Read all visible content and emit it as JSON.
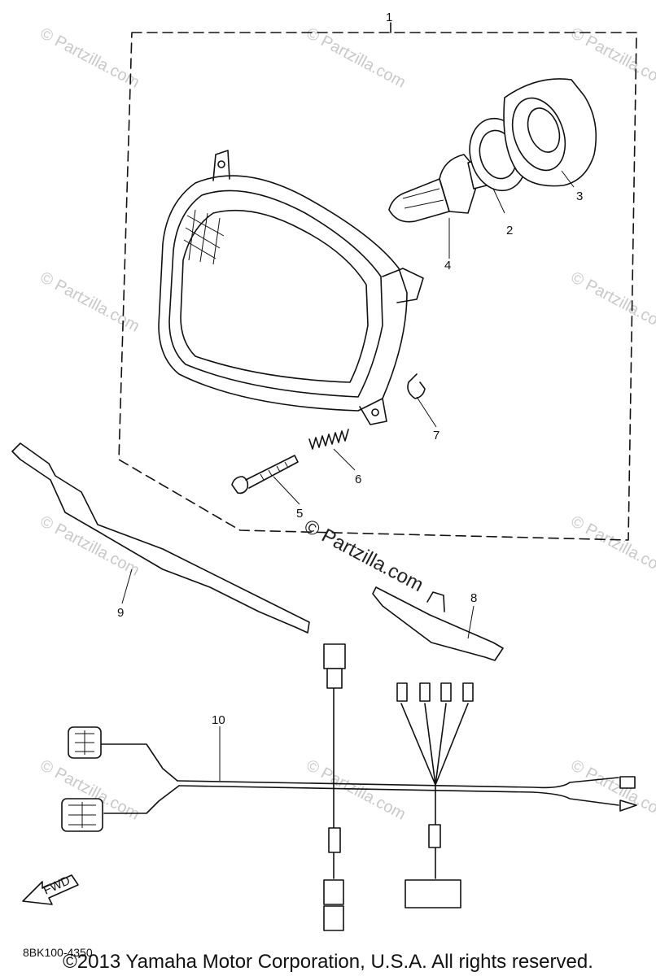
{
  "callouts": [
    "1",
    "2",
    "3",
    "4",
    "5",
    "6",
    "7",
    "8",
    "9",
    "10"
  ],
  "watermark": "© Partzilla.com",
  "fwd_label": "FWD",
  "diagram_code": "8BK100-4350",
  "copyright": "©2013 Yamaha Motor Corporation, U.S.A. All rights reserved."
}
